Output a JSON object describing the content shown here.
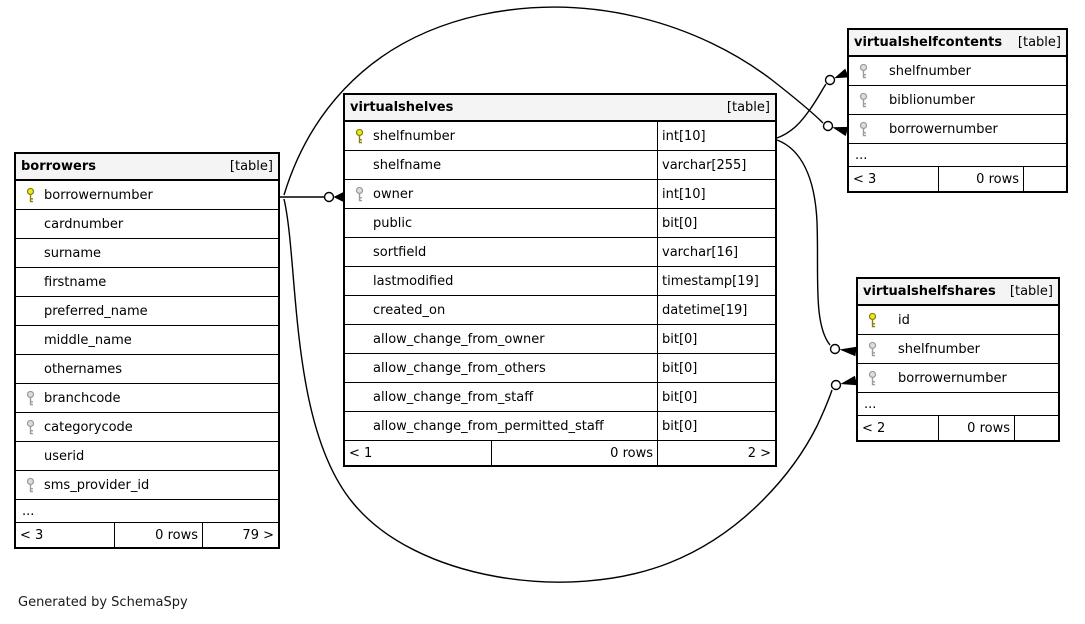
{
  "note": "Generated by SchemaSpy",
  "colors": {
    "primary_key": "#ece81a",
    "foreign_key": "#dcdcdc",
    "header_bg": "#f4f4f4",
    "line": "#000000"
  },
  "tables": {
    "borrowers": {
      "title": "borrowers",
      "tag": "[table]",
      "columns": [
        {
          "name": "borrowernumber",
          "key": "primary"
        },
        {
          "name": "cardnumber",
          "key": "none"
        },
        {
          "name": "surname",
          "key": "none"
        },
        {
          "name": "firstname",
          "key": "none"
        },
        {
          "name": "preferred_name",
          "key": "none"
        },
        {
          "name": "middle_name",
          "key": "none"
        },
        {
          "name": "othernames",
          "key": "none"
        },
        {
          "name": "branchcode",
          "key": "foreign"
        },
        {
          "name": "categorycode",
          "key": "foreign"
        },
        {
          "name": "userid",
          "key": "none"
        },
        {
          "name": "sms_provider_id",
          "key": "foreign"
        }
      ],
      "ellipsis": "...",
      "footer": {
        "left": "< 3",
        "center": "0 rows",
        "right": "79 >"
      }
    },
    "virtualshelves": {
      "title": "virtualshelves",
      "tag": "[table]",
      "columns": [
        {
          "name": "shelfnumber",
          "type": "int[10]",
          "key": "primary"
        },
        {
          "name": "shelfname",
          "type": "varchar[255]",
          "key": "none"
        },
        {
          "name": "owner",
          "type": "int[10]",
          "key": "foreign"
        },
        {
          "name": "public",
          "type": "bit[0]",
          "key": "none"
        },
        {
          "name": "sortfield",
          "type": "varchar[16]",
          "key": "none"
        },
        {
          "name": "lastmodified",
          "type": "timestamp[19]",
          "key": "none"
        },
        {
          "name": "created_on",
          "type": "datetime[19]",
          "key": "none"
        },
        {
          "name": "allow_change_from_owner",
          "type": "bit[0]",
          "key": "none"
        },
        {
          "name": "allow_change_from_others",
          "type": "bit[0]",
          "key": "none"
        },
        {
          "name": "allow_change_from_staff",
          "type": "bit[0]",
          "key": "none"
        },
        {
          "name": "allow_change_from_permitted_staff",
          "type": "bit[0]",
          "key": "none"
        }
      ],
      "footer": {
        "left": "< 1",
        "center": "0 rows",
        "right": "2 >"
      }
    },
    "virtualshelfcontents": {
      "title": "virtualshelfcontents",
      "tag": "[table]",
      "columns": [
        {
          "name": "shelfnumber",
          "key": "foreign"
        },
        {
          "name": "biblionumber",
          "key": "foreign"
        },
        {
          "name": "borrowernumber",
          "key": "foreign"
        }
      ],
      "ellipsis": "...",
      "footer": {
        "left": "< 3",
        "center": "0 rows",
        "right": ""
      }
    },
    "virtualshelfshares": {
      "title": "virtualshelfshares",
      "tag": "[table]",
      "columns": [
        {
          "name": "id",
          "key": "primary"
        },
        {
          "name": "shelfnumber",
          "key": "foreign"
        },
        {
          "name": "borrowernumber",
          "key": "foreign"
        }
      ],
      "ellipsis": "...",
      "footer": {
        "left": "< 2",
        "center": "0 rows",
        "right": ""
      }
    }
  },
  "relationships": [
    {
      "from": "borrowers.borrowernumber",
      "to": "virtualshelves.owner"
    },
    {
      "from": "borrowers.borrowernumber",
      "to": "virtualshelfcontents.borrowernumber"
    },
    {
      "from": "borrowers.borrowernumber",
      "to": "virtualshelfshares.borrowernumber"
    },
    {
      "from": "virtualshelves.shelfnumber",
      "to": "virtualshelfcontents.shelfnumber"
    },
    {
      "from": "virtualshelves.shelfnumber",
      "to": "virtualshelfshares.shelfnumber"
    }
  ]
}
